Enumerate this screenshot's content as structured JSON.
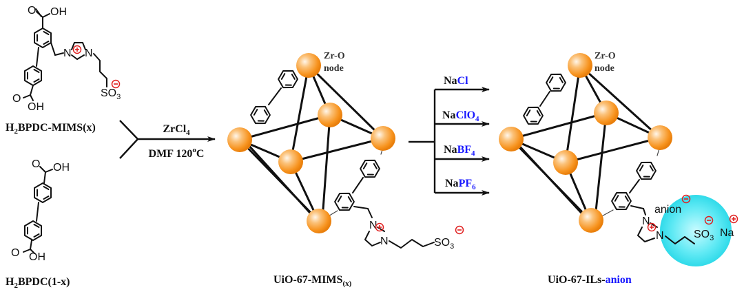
{
  "reactants": {
    "ligand_functional": {
      "name_prefix": "H",
      "name_sub": "2",
      "name_rest": "BPDC-MIMS(x)",
      "atoms": {
        "acid_top": "OH",
        "acid_bottom": "OH",
        "o_top": "O",
        "o_bottom": "O",
        "n1": "N",
        "n2": "N",
        "sulfonate": "SO",
        "sulfonate_sub": "3"
      }
    },
    "ligand_plain": {
      "name_prefix": "H",
      "name_sub": "2",
      "name_rest": "BPDC(1-x)",
      "atoms": {
        "acid_top": "OH",
        "acid_bottom": "OH",
        "o_top": "O",
        "o_bottom": "O"
      }
    }
  },
  "synthesis_step": {
    "reagent_main": "ZrCl",
    "reagent_sub": "4",
    "conditions_prefix": "DMF 120",
    "conditions_sup": "o",
    "conditions_suffix": "C"
  },
  "mof_intermediate": {
    "node_label_line1": "Zr-O",
    "node_label_line2": "node",
    "name_main": "UiO-67-MIMS",
    "name_sub": "(x)",
    "atoms": {
      "n1": "N",
      "n2": "N",
      "sulfonate": "SO",
      "sulfonate_sub": "3"
    }
  },
  "exchange_step": {
    "salts": [
      {
        "cation": "Na",
        "anion": "Cl",
        "anion_sub": ""
      },
      {
        "cation": "Na",
        "anion": "ClO",
        "anion_sub": "4"
      },
      {
        "cation": "Na",
        "anion": "BF",
        "anion_sub": "4"
      },
      {
        "cation": "Na",
        "anion": "PF",
        "anion_sub": "6"
      }
    ]
  },
  "mof_product": {
    "node_label_line1": "Zr-O",
    "node_label_line2": "node",
    "name_main": "UiO-67-ILs-",
    "name_highlight": "anion",
    "atoms": {
      "n1": "N",
      "n2": "N",
      "sulfonate": "SO",
      "sulfonate_sub": "3",
      "anion_label": "anion",
      "counter_cation": "Na"
    }
  },
  "colors": {
    "zr_node": "#f7931e",
    "zr_node_highlight": "#fff4e6",
    "ion_cloud": "#3fe3f0",
    "anion_text": "#1a1aff",
    "charge": "#e02020"
  }
}
